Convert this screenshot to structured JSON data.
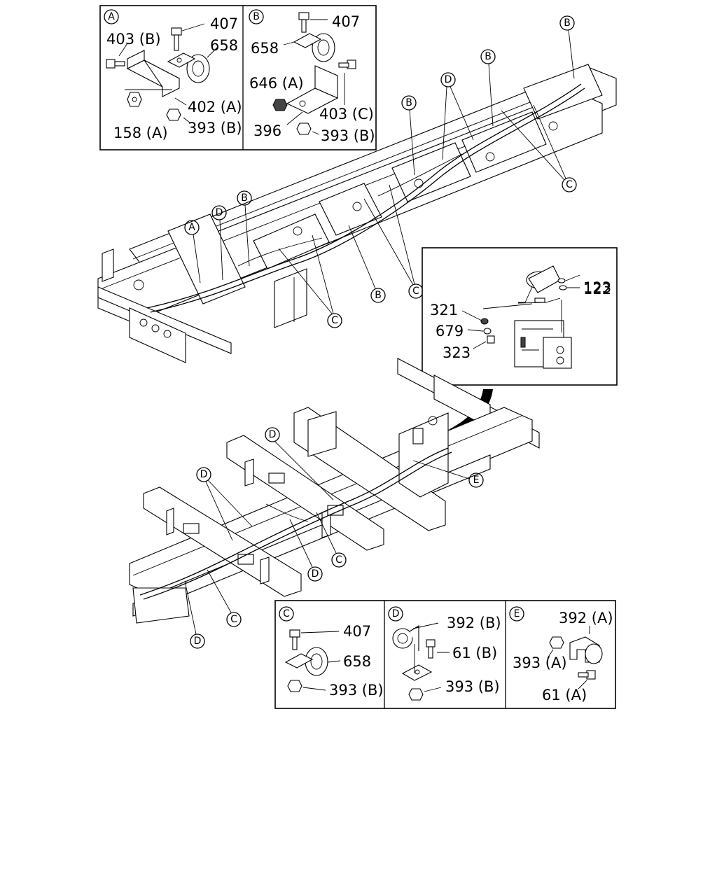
{
  "detail_a": {
    "circle": "A",
    "p407": "407",
    "p403b": "403 (B)",
    "p658": "658",
    "p402a": "402 (A)",
    "p393b": "393 (B)",
    "p158a": "158 (A)"
  },
  "detail_b": {
    "circle": "B",
    "p407": "407",
    "p658": "658",
    "p646a": "646 (A)",
    "p403c": "403 (C)",
    "p396": "396",
    "p393b": "393 (B)"
  },
  "detail_hyd": {
    "p123": "123",
    "p122": "122",
    "p321": "321",
    "p679": "679",
    "p323": "323"
  },
  "detail_c": {
    "circle": "C",
    "p407": "407",
    "p658": "658",
    "p393b": "393 (B)"
  },
  "detail_d": {
    "circle": "D",
    "p392b": "392 (B)",
    "p61b": "61 (B)",
    "p393b": "393 (B)"
  },
  "detail_e": {
    "circle": "E",
    "p392a": "392 (A)",
    "p393a": "393 (A)",
    "p61a": "61 (A)"
  },
  "callouts": {
    "upper": [
      "B",
      "B",
      "D",
      "B",
      "C",
      "C",
      "B",
      "D",
      "B",
      "A",
      "B",
      "C",
      "C"
    ],
    "lower": [
      "D",
      "E",
      "D",
      "C",
      "D",
      "C",
      "D"
    ]
  }
}
